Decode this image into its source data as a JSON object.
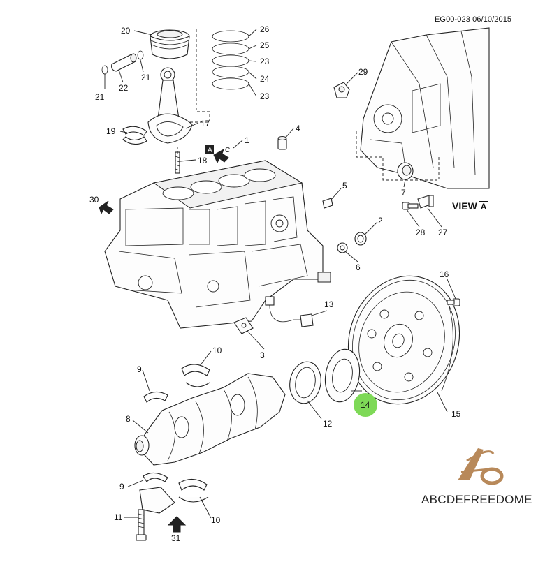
{
  "document": {
    "code": "EG00-023 06/10/2015"
  },
  "view": {
    "label": "VIEW",
    "letter": "A"
  },
  "watermark": {
    "text": "ABCDEFREEDOME",
    "color": "#b8895a"
  },
  "highlight": {
    "number": "14",
    "color": "#7ed957"
  },
  "callouts": [
    {
      "n": "20"
    },
    {
      "n": "26"
    },
    {
      "n": "25"
    },
    {
      "n": "23"
    },
    {
      "n": "24"
    },
    {
      "n": "23"
    },
    {
      "n": "21"
    },
    {
      "n": "22"
    },
    {
      "n": "21"
    },
    {
      "n": "19"
    },
    {
      "n": "17"
    },
    {
      "n": "18"
    },
    {
      "n": "1"
    },
    {
      "n": "4"
    },
    {
      "n": "29"
    },
    {
      "n": "7"
    },
    {
      "n": "28"
    },
    {
      "n": "27"
    },
    {
      "n": "30"
    },
    {
      "n": "5"
    },
    {
      "n": "2"
    },
    {
      "n": "6"
    },
    {
      "n": "16"
    },
    {
      "n": "13"
    },
    {
      "n": "3"
    },
    {
      "n": "10"
    },
    {
      "n": "9"
    },
    {
      "n": "8"
    },
    {
      "n": "12"
    },
    {
      "n": "15"
    },
    {
      "n": "9"
    },
    {
      "n": "10"
    },
    {
      "n": "11"
    },
    {
      "n": "31"
    }
  ],
  "view_markers": {
    "a_marker": "A",
    "c_marker": "C"
  }
}
